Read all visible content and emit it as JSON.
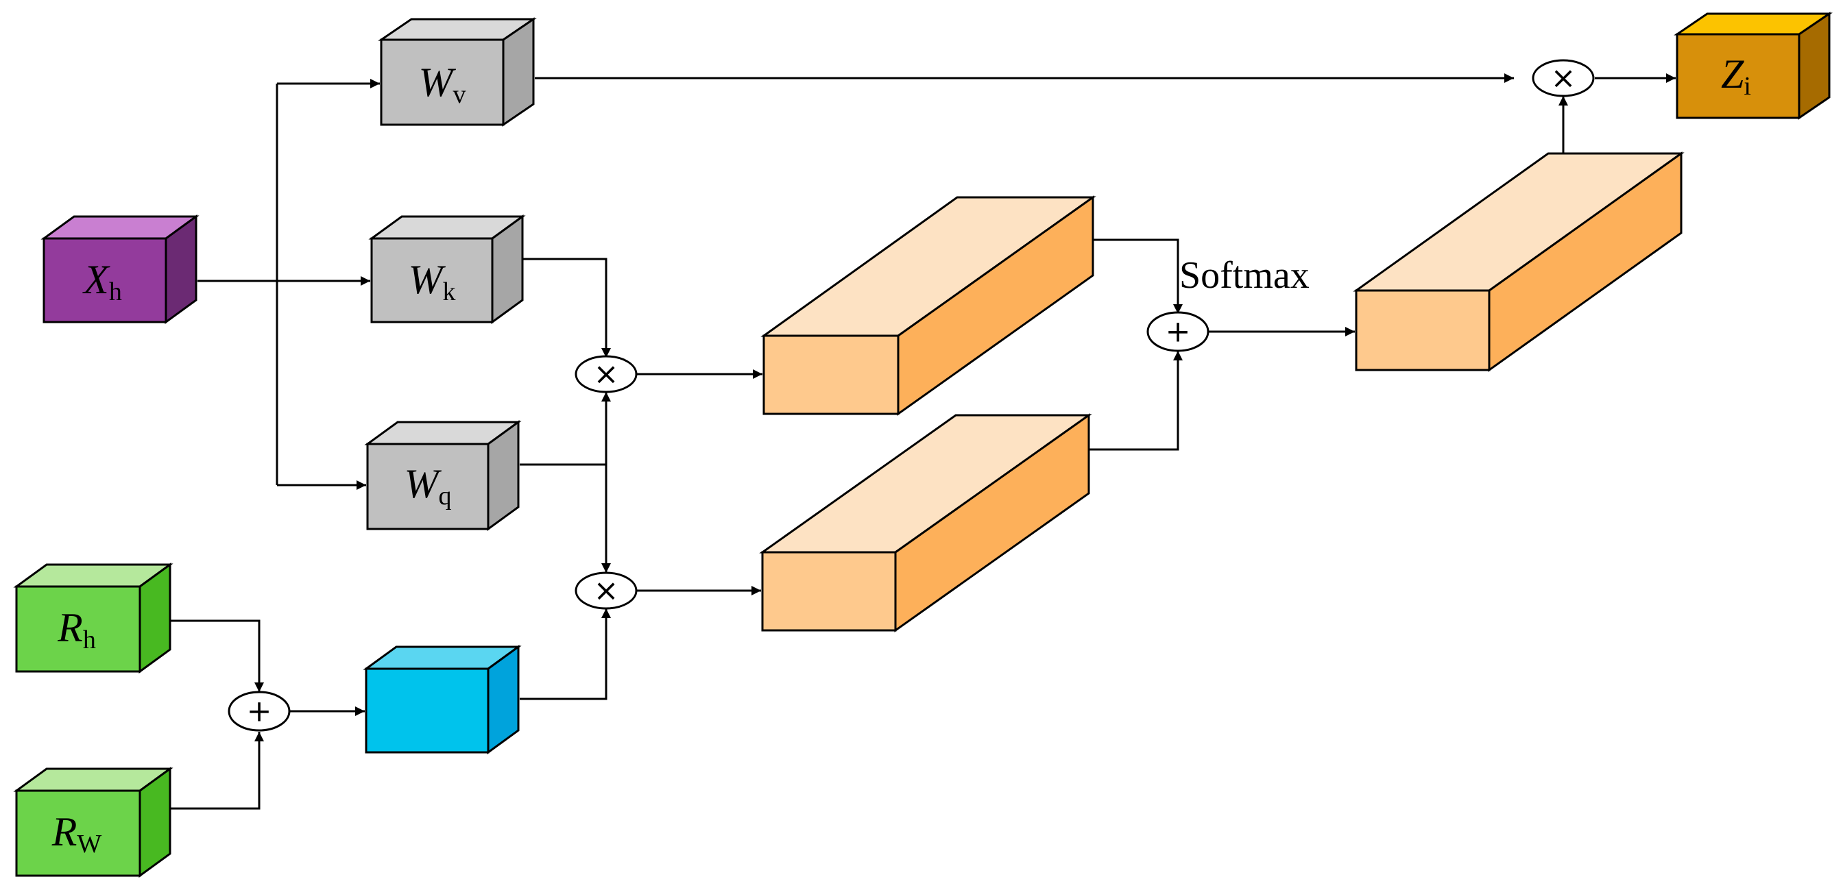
{
  "blocks": {
    "wv": {
      "symbol": "W",
      "subscript": "v",
      "colors": {
        "front": "#c0c0c0",
        "top": "#d9d9d9",
        "side": "#a6a6a6"
      }
    },
    "wk": {
      "symbol": "W",
      "subscript": "k",
      "colors": {
        "front": "#c0c0c0",
        "top": "#d9d9d9",
        "side": "#a6a6a6"
      }
    },
    "wq": {
      "symbol": "W",
      "subscript": "q",
      "colors": {
        "front": "#c0c0c0",
        "top": "#d9d9d9",
        "side": "#a6a6a6"
      }
    },
    "xh": {
      "symbol": "X",
      "subscript": "h",
      "colors": {
        "front": "#933b9c",
        "top": "#c97fd1",
        "side": "#6b2a73"
      }
    },
    "rh": {
      "symbol": "R",
      "subscript": "h",
      "colors": {
        "front": "#6cd34a",
        "top": "#b5e89c",
        "side": "#48b921"
      }
    },
    "rw": {
      "symbol": "R",
      "subscript": "W",
      "colors": {
        "front": "#6cd34a",
        "top": "#b5e89c",
        "side": "#48b921"
      }
    },
    "pos": {
      "colors": {
        "front": "#00c3ec",
        "top": "#5ad6f1",
        "side": "#00a3dc"
      }
    },
    "zi": {
      "symbol": "Z",
      "subscript": "i",
      "colors": {
        "front": "#d7900b",
        "top": "#fcc300",
        "side": "#a66b00"
      }
    }
  },
  "tensors": {
    "colors": {
      "front": "#fec98d",
      "top": "#fde2c3",
      "side": "#fdb05a"
    }
  },
  "operators": {
    "multiply": "×",
    "add": "+"
  },
  "labels": {
    "softmax": "Softmax"
  },
  "line_color": "#000000"
}
